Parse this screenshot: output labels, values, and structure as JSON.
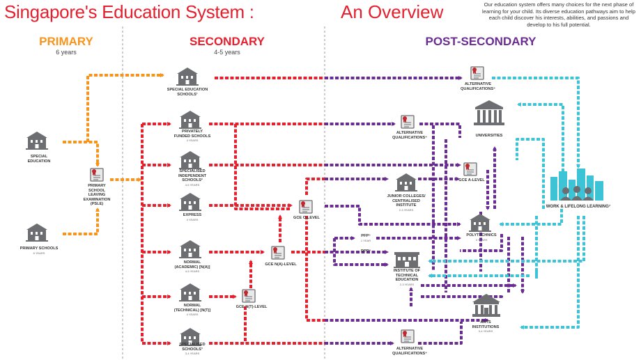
{
  "header": {
    "title": "Singapore's Education System :",
    "title_suffix": "An Overview",
    "intro": "Our education system offers many choices for the next phase of learning for your child. Its diverse education pathways aim to help each child discover his interests, abilities, and passions and develop to his full potential."
  },
  "columns": {
    "primary": {
      "title": "PRIMARY",
      "subtitle": "6 years"
    },
    "secondary": {
      "title": "SECONDARY",
      "subtitle": "4-5 years"
    },
    "post": {
      "title": "POST-SECONDARY"
    }
  },
  "colors": {
    "primary": "#f7941d",
    "secondary": "#e4202e",
    "post": "#6b2c91",
    "lifelong": "#3cc3d6",
    "icon": "#6d6e71"
  },
  "nodes": {
    "special_education": {
      "label": "SPECIAL\nEDUCATION"
    },
    "primary_schools": {
      "label": "PRIMARY SCHOOLS",
      "duration": "6 Years"
    },
    "psle": {
      "label": "PRIMARY\nSCHOOL\nLEAVING\nEXAMINATION\n(PSLE)"
    },
    "special_ed_schools": {
      "label": "SPECIAL EDUCATION\nSCHOOLS¹"
    },
    "privately_funded": {
      "label": "PRIVATELY\nFUNDED SCHOOLS",
      "duration": "4 Years"
    },
    "specialised_independent": {
      "label": "SPECIALISED\nINDEPENDENT\nSCHOOLS²",
      "duration": "4-6 Years"
    },
    "express": {
      "label": "EXPRESS",
      "duration": "4 Years"
    },
    "normal_academic": {
      "label": "NORMAL\n(ACADEMIC) [N(A)]",
      "duration": "4-5 Years"
    },
    "normal_technical": {
      "label": "NORMAL\n(TECHNICAL) [N(T)]",
      "duration": "4 Years"
    },
    "specialised_schools": {
      "label": "SPECIALISED\nSCHOOLS³",
      "duration": "3-4 Years"
    },
    "gce_o": {
      "label": "GCE O-LEVEL"
    },
    "gce_na": {
      "label": "GCE N(A)-LEVEL"
    },
    "gce_nt": {
      "label": "GCE N(T)-LEVEL"
    },
    "alt_qual_top": {
      "label": "ALTERNATIVE\nQUALIFICATIONS⁴"
    },
    "alt_qual_mid": {
      "label": "ALTERNATIVE\nQUALIFICATIONS⁴"
    },
    "alt_qual_bottom": {
      "label": "ALTERNATIVE\nQUALIFICATIONS⁴"
    },
    "universities": {
      "label": "UNIVERSITIES"
    },
    "gce_a": {
      "label": "GCE A-LEVEL"
    },
    "junior_colleges": {
      "label": "JUNIOR COLLEGES/\nCENTRALISED\nINSTITUTE",
      "duration": "2-3 Years"
    },
    "polytechnics": {
      "label": "POLYTECHNICS",
      "duration": "3 Years"
    },
    "ite": {
      "label": "INSTITUTE OF\nTECHNICAL\nEDUCATION",
      "duration": "2-3 Years"
    },
    "arts": {
      "label": "ARTS\nINSTITUTIONS",
      "duration": "3-4 Years"
    },
    "work": {
      "label": "WORK & LIFELONG LEARNING⁷"
    },
    "pfp": {
      "label": "PFP⁵",
      "duration": "1 Year"
    },
    "dpp": {
      "label": "DPP⁶"
    }
  }
}
